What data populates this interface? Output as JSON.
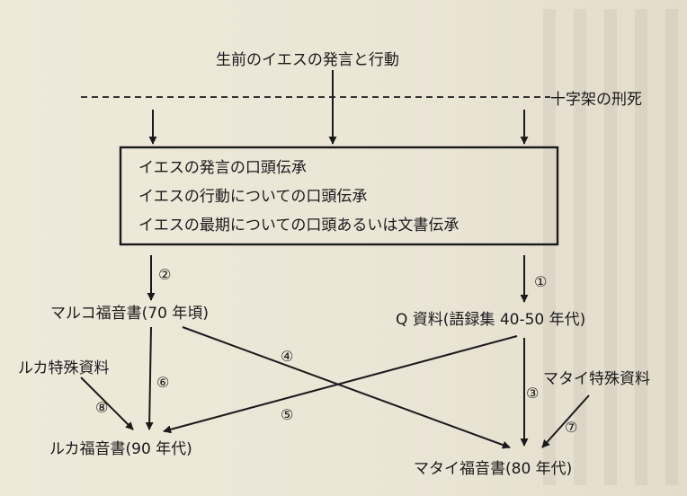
{
  "top_title": "生前のイエスの発言と行動",
  "cross_label": "十字架の刑死",
  "box_lines": [
    "イエスの発言の口頭伝承",
    "イエスの行動についての口頭伝承",
    "イエスの最期についての口頭あるいは文書伝承"
  ],
  "mark": "マルコ福音書(70 年頃)",
  "q_source": "Q 資料(語録集 40-50 年代)",
  "luke_special": "ルカ特殊資料",
  "matthew_special": "マタイ特殊資料",
  "luke": "ルカ福音書(90 年代)",
  "matthew": "マタイ福音書(80 年代)",
  "arrow_numbers": {
    "n1": "①",
    "n2": "②",
    "n3": "③",
    "n4": "④",
    "n5": "⑤",
    "n6": "⑥",
    "n7": "⑦",
    "n8": "⑧"
  }
}
